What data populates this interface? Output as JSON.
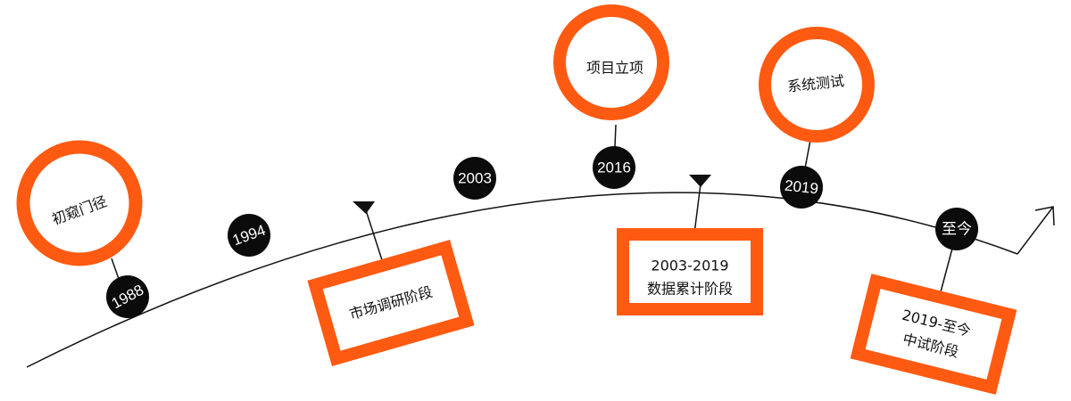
{
  "colors": {
    "accent": "#ff5a12",
    "line": "#111111",
    "node": "#0b0b0b"
  },
  "years": [
    "1988",
    "1994",
    "2003",
    "2016",
    "2019",
    "至今"
  ],
  "milestones": [
    "初窥门径",
    "项目立项",
    "系统测试"
  ],
  "stages": [
    {
      "lines": [
        "市场调研阶段"
      ]
    },
    {
      "lines": [
        "2003-2019",
        "数据累计阶段"
      ]
    },
    {
      "lines": [
        "2019-至今",
        "中试阶段"
      ]
    }
  ]
}
